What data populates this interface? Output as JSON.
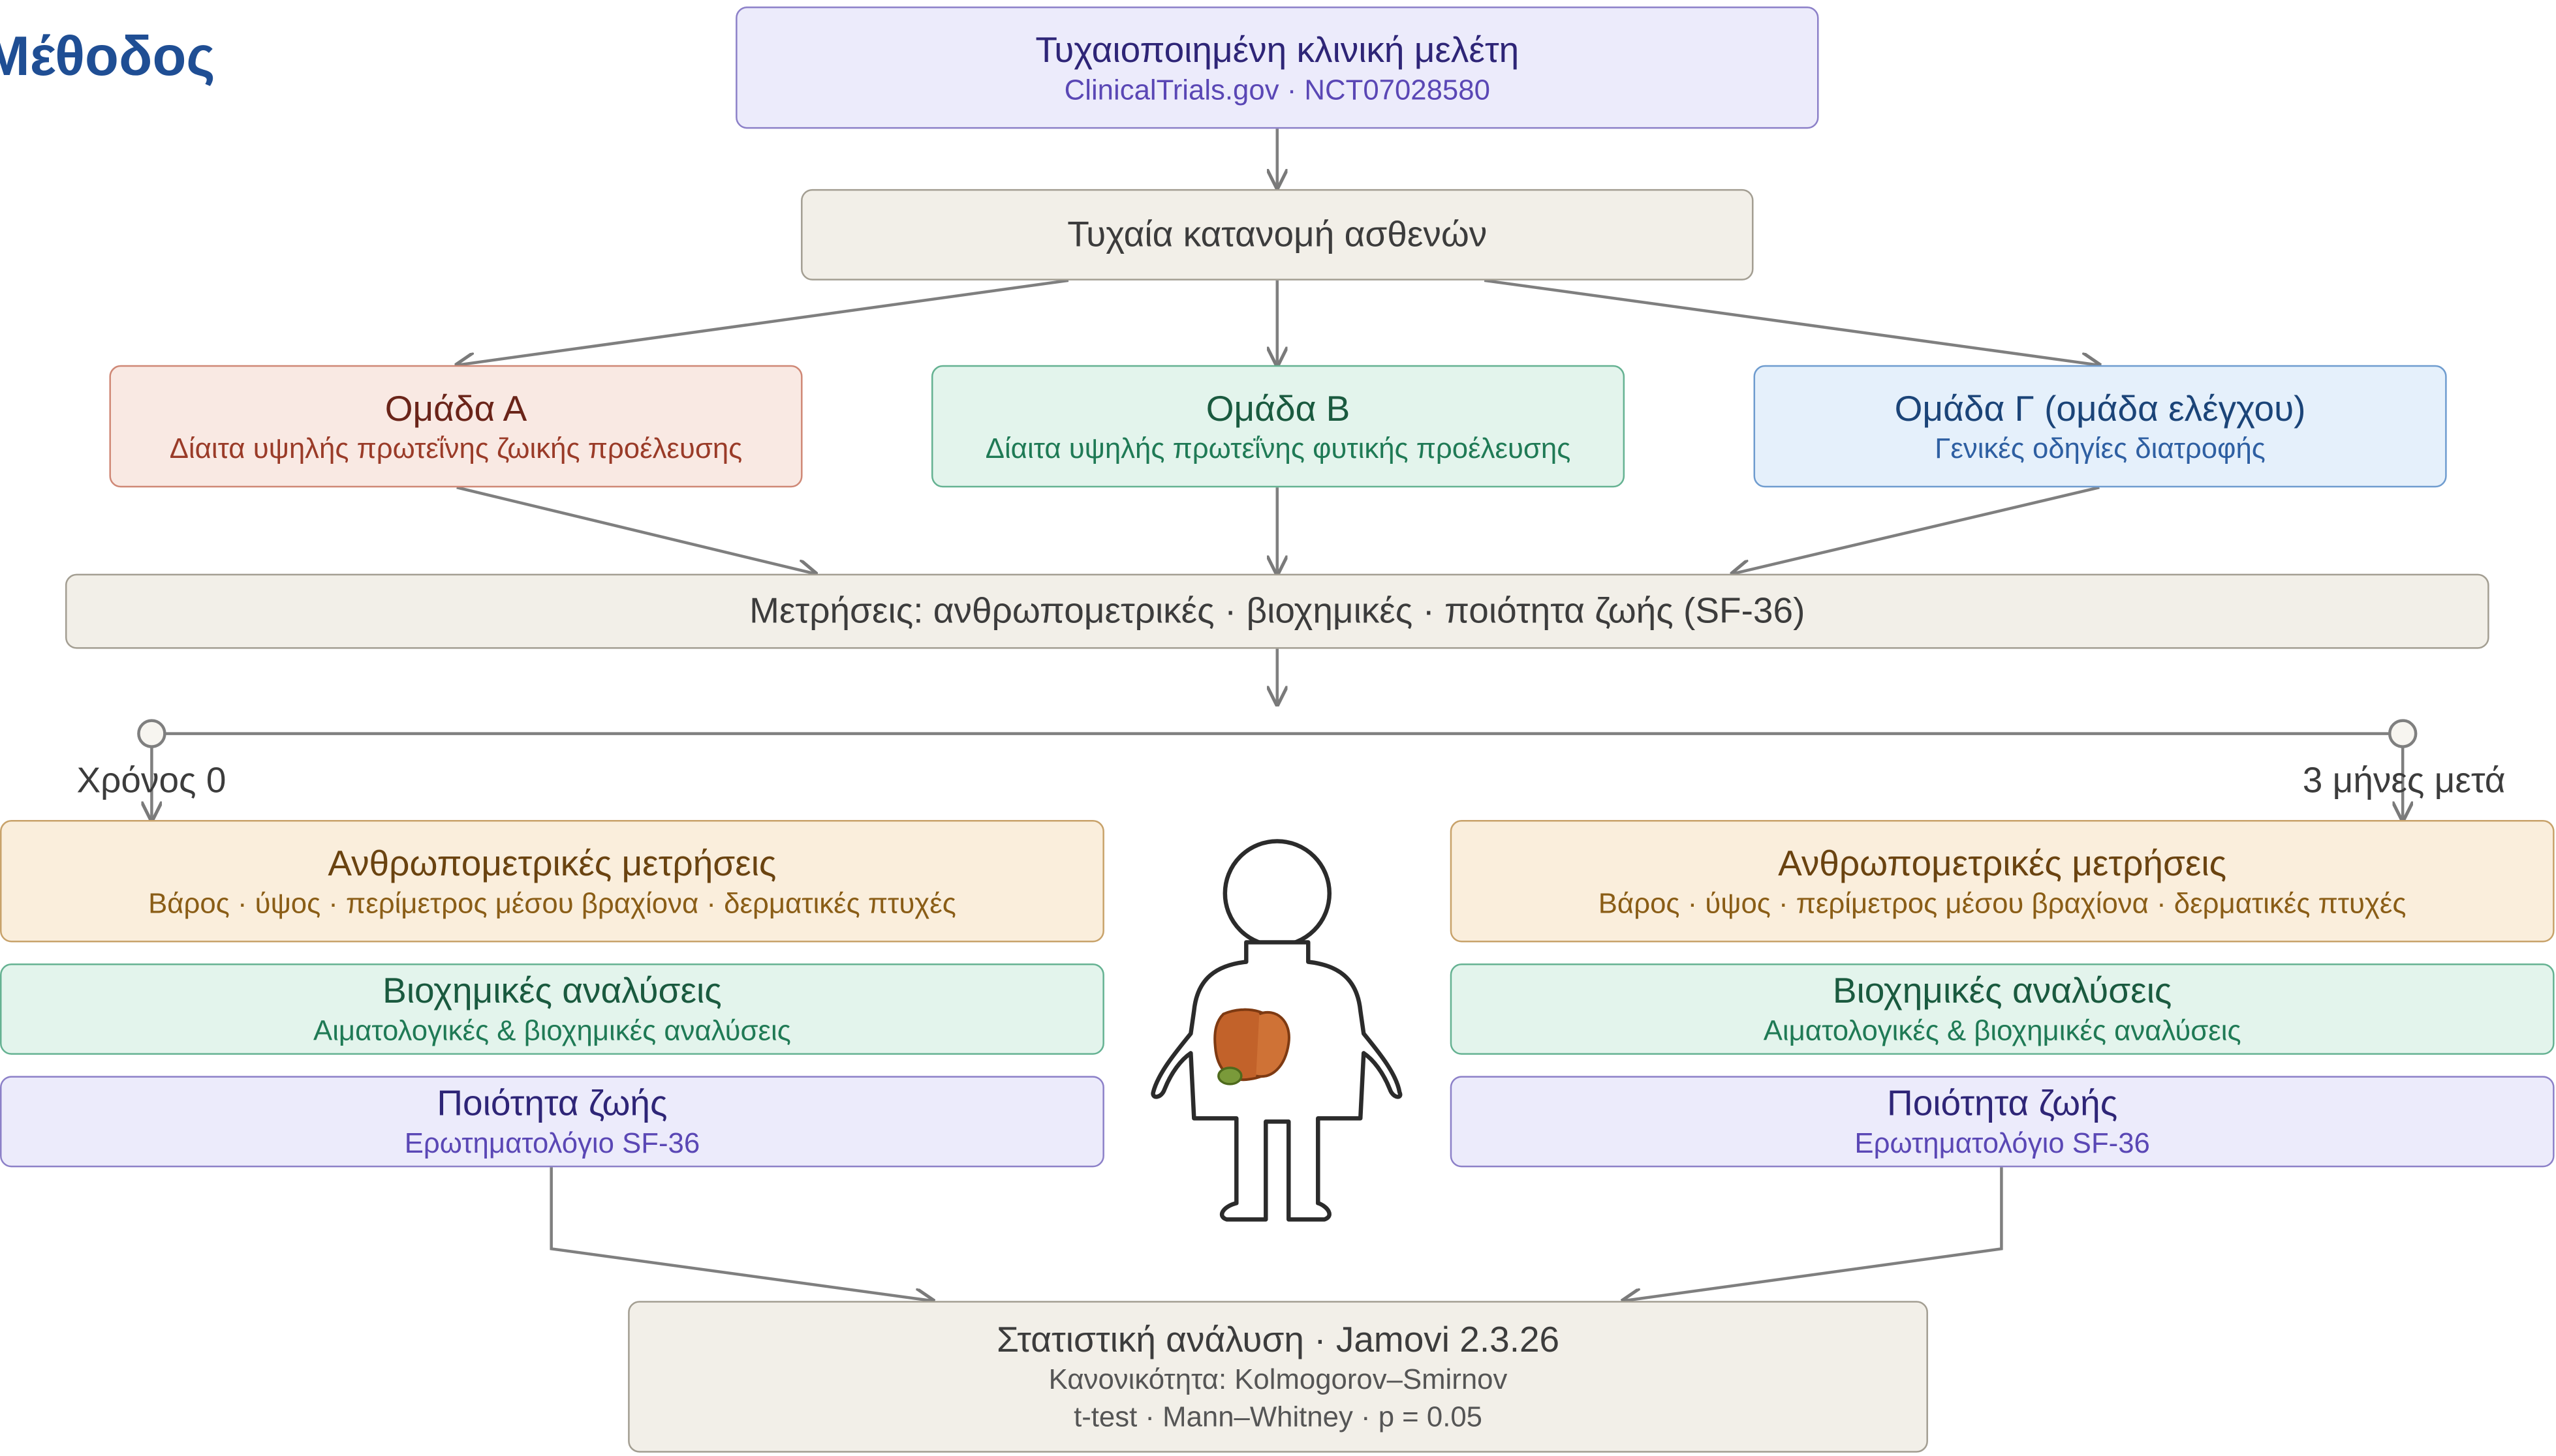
{
  "heading": "Μέθοδος",
  "trial": {
    "title": "Τυχαιοποιημένη κλινική μελέτη",
    "subtitle": "ClinicalTrials.gov · NCT07028580"
  },
  "randomization": "Τυχαία κατανομή ασθενών",
  "groups": [
    {
      "title": "Ομάδα Α",
      "subtitle": "Δίαιτα υψηλής πρωτεΐνης ζωικής προέλευσης"
    },
    {
      "title": "Ομάδα Β",
      "subtitle": "Δίαιτα υψηλής πρωτεΐνης φυτικής προέλευσης"
    },
    {
      "title": "Ομάδα Γ (ομάδα ελέγχου)",
      "subtitle": "Γενικές οδηγίες διατροφής"
    }
  ],
  "measurements": "Μετρήσεις: ανθρωπομετρικές · βιοχημικές · ποιότητα ζωής (SF-36)",
  "timeline": {
    "start": "Χρόνος 0",
    "end": "3 μήνες μετά"
  },
  "assessments": {
    "baseline": {
      "anthropometric": {
        "title": "Ανθρωπομετρικές μετρήσεις",
        "subtitle": "Βάρος · ύψος · περίμετρος μέσου βραχίονα · δερματικές πτυχές"
      },
      "biochemical": {
        "title": "Βιοχημικές αναλύσεις",
        "subtitle": "Αιματολογικές & βιοχημικές αναλύσεις"
      },
      "quality_of_life": {
        "title": "Ποιότητα ζωής",
        "subtitle": "Ερωτηματολόγιο SF-36"
      }
    },
    "followup": {
      "anthropometric": {
        "title": "Ανθρωπομετρικές μετρήσεις",
        "subtitle": "Βάρος · ύψος · περίμετρος μέσου βραχίονα · δερματικές πτυχές"
      },
      "biochemical": {
        "title": "Βιοχημικές αναλύσεις",
        "subtitle": "Αιματολογικές & βιοχημικές αναλύσεις"
      },
      "quality_of_life": {
        "title": "Ποιότητα ζωής",
        "subtitle": "Ερωτηματολόγιο SF-36"
      }
    }
  },
  "statistics": {
    "title": "Στατιστική ανάλυση · Jamovi 2.3.26",
    "normality": "Κανονικότητα: Kolmogorov–Smirnov",
    "tests": "t-test · Mann–Whitney · p = 0.05"
  }
}
